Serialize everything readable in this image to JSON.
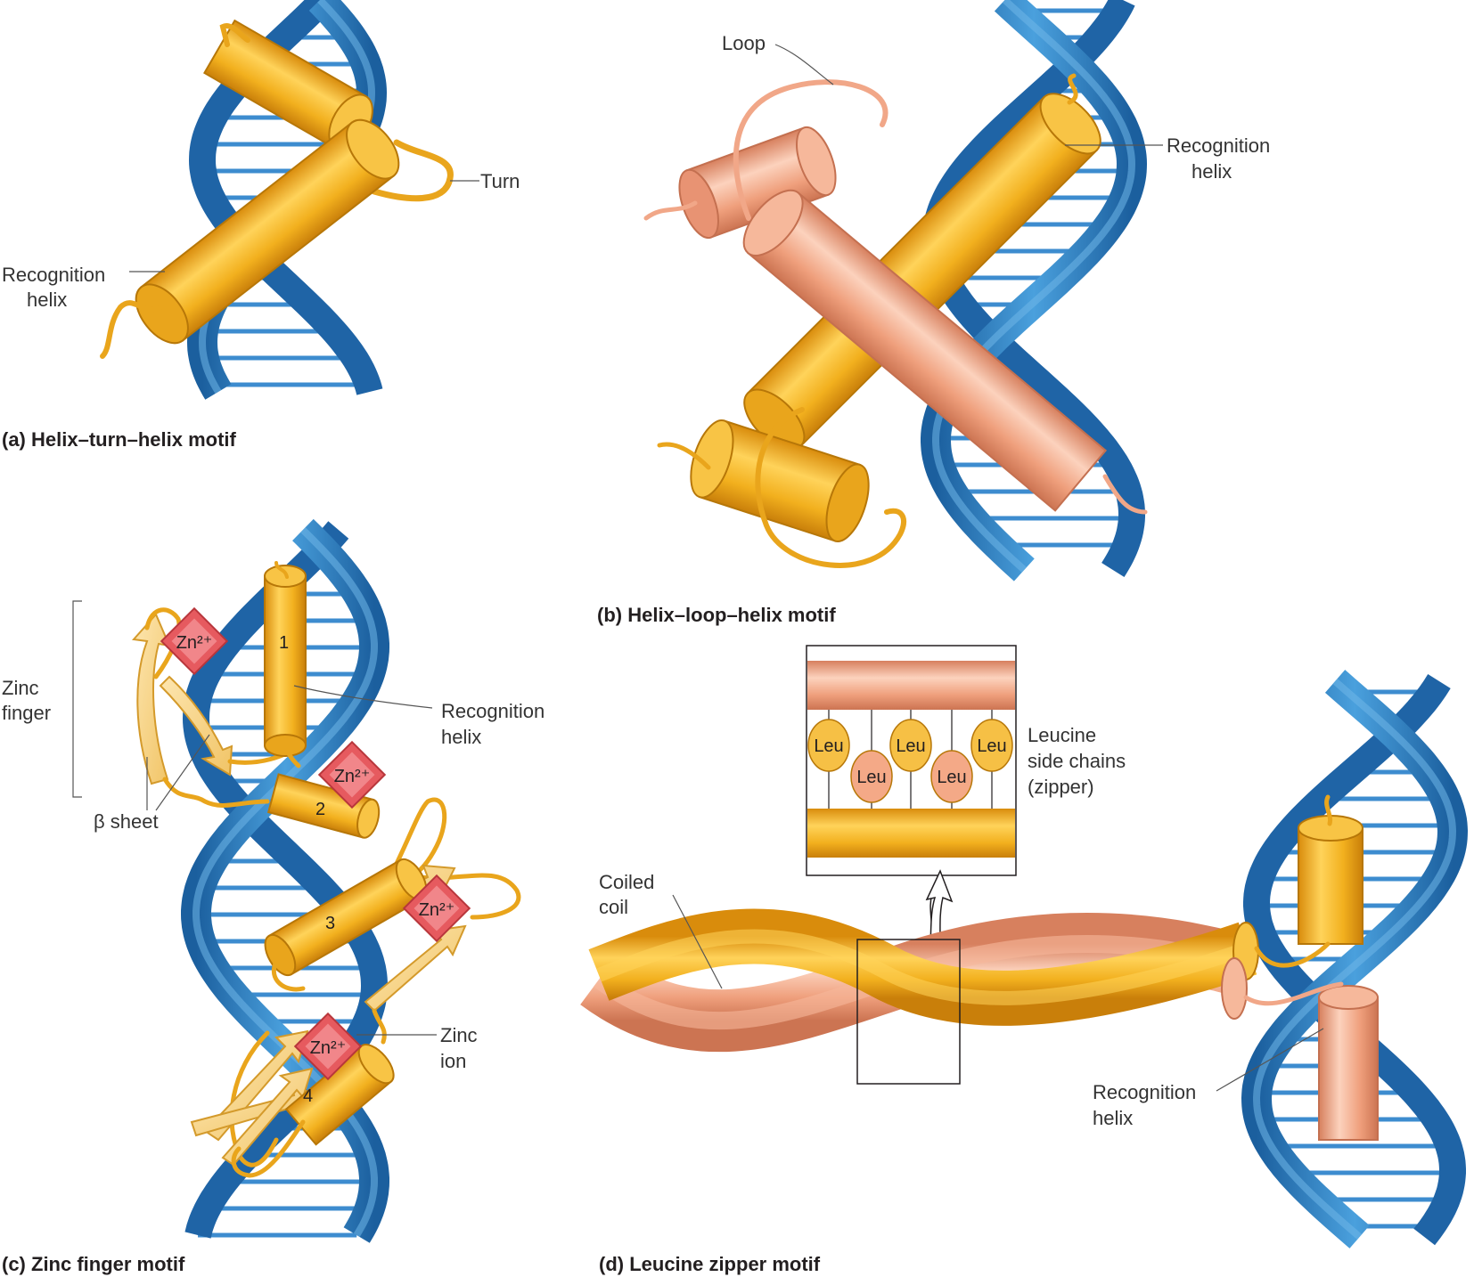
{
  "panels": {
    "a": {
      "caption": "(a) Helix–turn–helix motif",
      "labels": {
        "turn": "Turn",
        "recognition_1": "Recognition",
        "recognition_2": "helix"
      }
    },
    "b": {
      "caption": "(b) Helix–loop–helix motif",
      "labels": {
        "loop": "Loop",
        "recognition_1": "Recognition",
        "recognition_2": "helix"
      }
    },
    "c": {
      "caption": "(c) Zinc finger motif",
      "labels": {
        "zinc_finger_1": "Zinc",
        "zinc_finger_2": "finger",
        "beta_sheet": "β sheet",
        "recognition_1": "Recognition",
        "recognition_2": "helix",
        "zinc_ion_1": "Zinc",
        "zinc_ion_2": "ion"
      },
      "zn": [
        "Zn²⁺",
        "Zn²⁺",
        "Zn²⁺",
        "Zn²⁺"
      ],
      "helix_numbers": [
        "1",
        "2",
        "3",
        "4"
      ]
    },
    "d": {
      "caption": "(d) Leucine zipper motif",
      "labels": {
        "coiled_1": "Coiled",
        "coiled_2": "coil",
        "leucine_1": "Leucine",
        "leucine_2": "side chains",
        "leucine_3": "(zipper)",
        "recognition_1": "Recognition",
        "recognition_2": "helix"
      },
      "leu": [
        "Leu",
        "Leu",
        "Leu",
        "Leu",
        "Leu"
      ]
    }
  },
  "colors": {
    "dna": "#2f7fc1",
    "helix_gold": "#f2b01e",
    "helix_salmon": "#ef9f7c",
    "zinc": "#e65a5f"
  }
}
